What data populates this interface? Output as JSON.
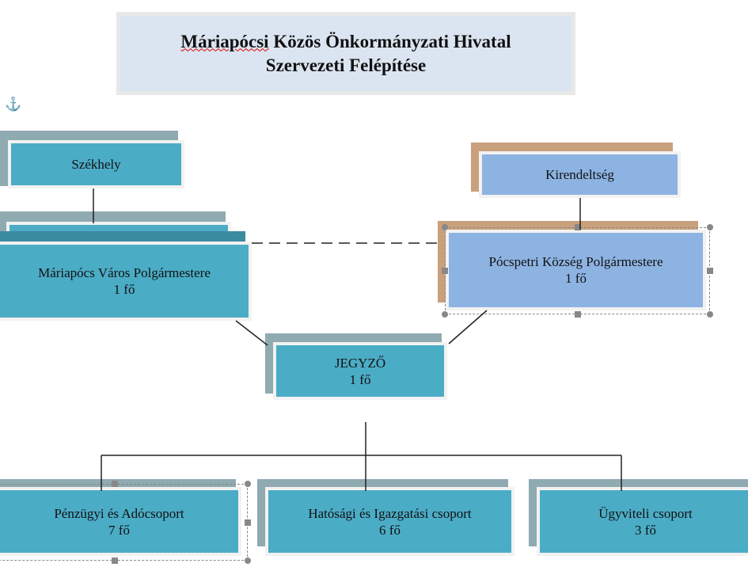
{
  "title": {
    "line1_word1": "Máriapócsi",
    "line1_rest": " Közös Önkormányzati Hivatal",
    "line2": "Szervezeti Felépítése"
  },
  "anchor_icon": "⚓",
  "nodes": {
    "szekhely": {
      "label": "Székhely"
    },
    "kirendeltseg": {
      "label": "Kirendeltség"
    },
    "mariapocs_mayor": {
      "label": "Máriapócs Város Polgármestere",
      "count": "1 fő"
    },
    "pocspetri_mayor": {
      "label": "Pócspetri Község Polgármestere",
      "count": "1 fő"
    },
    "jegyzo": {
      "label": "JEGYZŐ",
      "count": "1 fő"
    },
    "penzugyi": {
      "label": "Pénzügyi és Adócsoport",
      "count": "7 fő"
    },
    "hatosagi": {
      "label": "Hatósági és Igazgatási csoport",
      "count": "6 fő"
    },
    "ugyviteli": {
      "label": "Ügyviteli csoport",
      "count": "3 fő"
    }
  },
  "colors": {
    "teal": "#4bacc6",
    "blue": "#8db3e2",
    "tan": "#c9a07c",
    "gray_shadow": "#8faab1"
  }
}
